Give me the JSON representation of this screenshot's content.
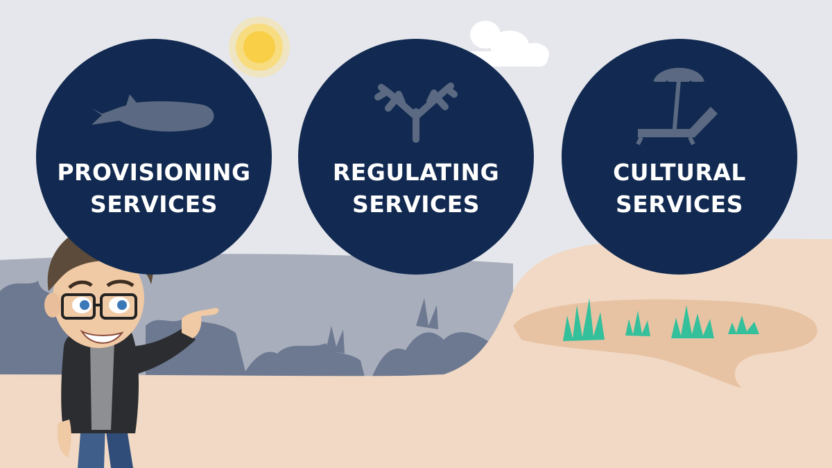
{
  "colors": {
    "sky": "#e6e7ec",
    "circle": "#122a51",
    "icon": "#5b6a82",
    "text": "#ffffff",
    "sand": "#eedac6",
    "dune": "#efd3bc",
    "dune_shadow": "#e9c4a3",
    "water": "#a7adbb",
    "seaweed": "#6b7690",
    "seagrass": "#3cc2a0",
    "sun": "#f9d25a"
  },
  "services": [
    {
      "line1": "PROVISIONING",
      "line2": "SERVICES",
      "icon": "fish-icon"
    },
    {
      "line1": "REGULATING",
      "line2": "SERVICES",
      "icon": "coral-icon"
    },
    {
      "line1": "CULTURAL",
      "line2": "SERVICES",
      "icon": "beach-chair-umbrella-icon"
    }
  ]
}
